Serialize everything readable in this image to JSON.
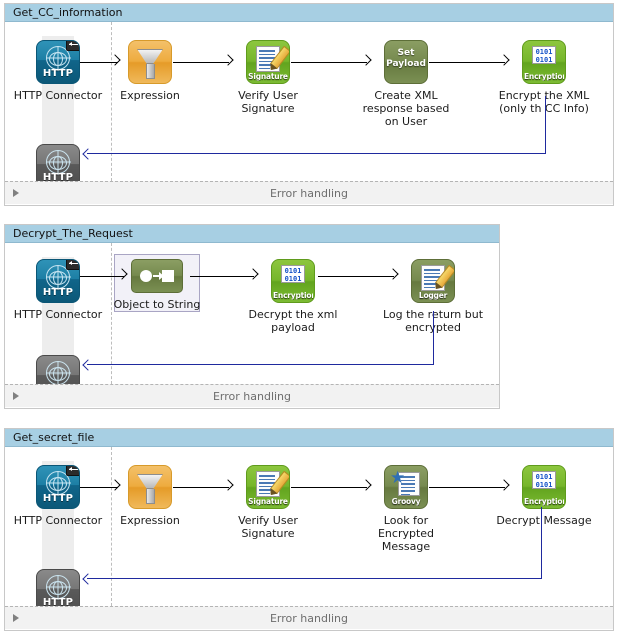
{
  "app": {
    "type": "mule-flow-editor-canvas",
    "error_handling_label": "Error handling",
    "colors": {
      "flow_title_bar": "#a7cfe3",
      "http_inbound": "#1d7fa5",
      "http_outbound": "#5a5a5a",
      "expression_amber": "#eeab3f",
      "signature_green": "#76b62b",
      "olive_green": "#768a4f",
      "encryption_green": "#76b62b",
      "return_arrow": "#1f2a9e",
      "selection_fill": "#f2f1f8",
      "selection_border": "#a9a5c4"
    }
  },
  "flows": [
    {
      "id": "flow-get-cc-information",
      "title": "Get_CC_information",
      "source": {
        "label": "HTTP Connector",
        "icon": "http-connector-icon",
        "badge": "request-response-badge"
      },
      "response": {
        "label": "",
        "icon": "http-response-icon"
      },
      "processors": [
        {
          "label": "Expression",
          "icon": "expression-funnel-icon",
          "chip": "",
          "selected": false
        },
        {
          "label": "Verify User\nSignature",
          "icon": "signature-icon",
          "chip": "Signature",
          "selected": false
        },
        {
          "label": "Create XML\nresponse based\non User",
          "icon": "set-payload-icon",
          "chip": "Set Payload",
          "selected": false
        },
        {
          "label": "Encrypt the XML\n(only th CC Info)",
          "icon": "encryption-icon",
          "chip": "Encryption",
          "selected": false
        }
      ],
      "footer": "Error handling"
    },
    {
      "id": "flow-decrypt-the-request",
      "title": "Decrypt_The_Request",
      "source": {
        "label": "HTTP Connector",
        "icon": "http-connector-icon",
        "badge": "request-response-badge"
      },
      "response": {
        "label": "",
        "icon": "http-response-icon"
      },
      "processors": [
        {
          "label": "Object to String",
          "icon": "object-to-string-icon",
          "chip": "",
          "selected": true
        },
        {
          "label": "Decrypt the xml\npayload",
          "icon": "encryption-icon",
          "chip": "Encryption",
          "selected": false
        },
        {
          "label": "Log the return but\nencrypted",
          "icon": "logger-icon",
          "chip": "Logger",
          "selected": false
        }
      ],
      "footer": "Error handling"
    },
    {
      "id": "flow-get-secret-file",
      "title": "Get_secret_file",
      "source": {
        "label": "HTTP Connector",
        "icon": "http-connector-icon",
        "badge": "request-response-badge"
      },
      "response": {
        "label": "",
        "icon": "http-response-icon"
      },
      "processors": [
        {
          "label": "Expression",
          "icon": "expression-funnel-icon",
          "chip": "",
          "selected": false
        },
        {
          "label": "Verify User\nSignature",
          "icon": "signature-icon",
          "chip": "Signature",
          "selected": false
        },
        {
          "label": "Look for\nEncrypted\nMessage",
          "icon": "groovy-icon",
          "chip": "Groovy",
          "selected": false
        },
        {
          "label": "Decrypt Message",
          "icon": "encryption-icon",
          "chip": "Encryption",
          "selected": false
        }
      ],
      "footer": "Error handling"
    }
  ],
  "icon_glyphs": {
    "http": "HTTP",
    "encryption_bits_line1": "0101",
    "encryption_bits_line2": "0101",
    "set_payload_line1": "Set",
    "set_payload_line2": "Payload"
  }
}
